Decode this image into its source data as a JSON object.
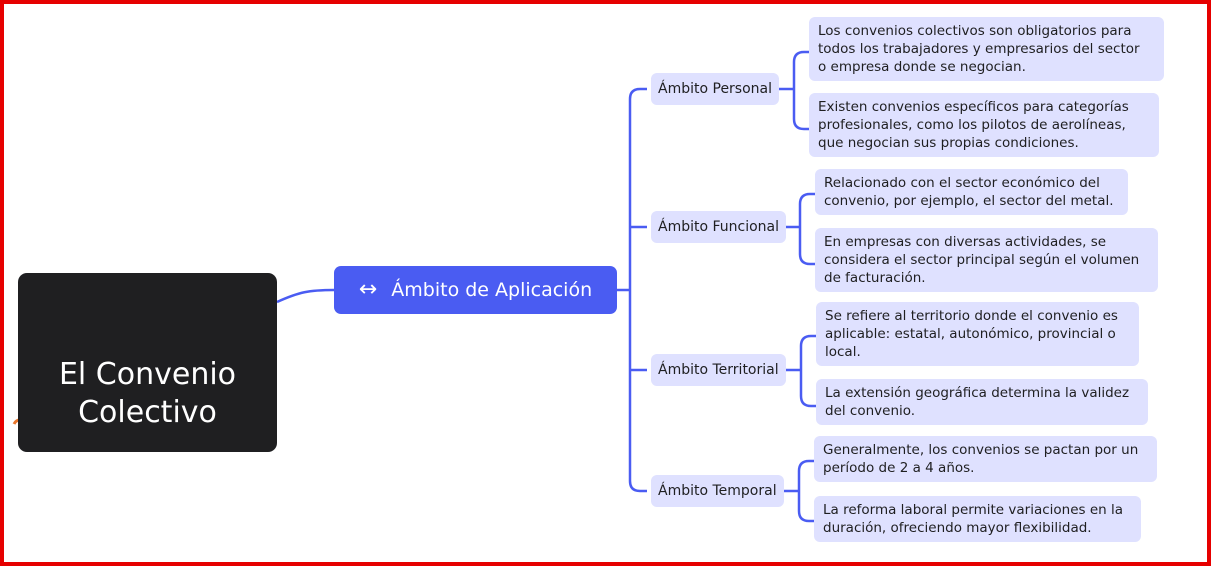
{
  "colors": {
    "frame": "#e60000",
    "root_bg": "#1f1f21",
    "branch_bg": "#4a5cf2",
    "node_bg": "#dfe1ff",
    "connector": "#4a5cf2",
    "stub": "#e8762b"
  },
  "root": {
    "title": "El Convenio Colectivo"
  },
  "branch": {
    "icon": "left-right-arrow-icon",
    "label": "Ámbito de Aplicación"
  },
  "categories": [
    {
      "label": "Ámbito Personal",
      "leaves": [
        [
          "Los convenios colectivos son obligatorios para",
          "todos los trabajadores y empresarios del sector",
          "o empresa donde se negocian."
        ],
        [
          "Existen convenios específicos para categorías",
          "profesionales, como los pilotos de aerolíneas,",
          "que negocian sus propias condiciones."
        ]
      ]
    },
    {
      "label": "Ámbito Funcional",
      "leaves": [
        [
          "Relacionado con el sector económico del",
          "convenio, por ejemplo, el sector del metal."
        ],
        [
          "En empresas con diversas actividades, se",
          "considera el sector principal según el volumen",
          "de facturación."
        ]
      ]
    },
    {
      "label": "Ámbito Territorial",
      "leaves": [
        [
          "Se refiere al territorio donde el convenio es",
          "aplicable: estatal, autonómico, provincial o",
          "local."
        ],
        [
          "La extensión geográfica determina la validez",
          "del convenio."
        ]
      ]
    },
    {
      "label": "Ámbito Temporal",
      "leaves": [
        [
          "Generalmente, los convenios se pactan por un",
          "período de 2 a 4 años."
        ],
        [
          "La reforma laboral permite variaciones en la",
          "duración, ofreciendo mayor flexibilidad."
        ]
      ]
    }
  ]
}
